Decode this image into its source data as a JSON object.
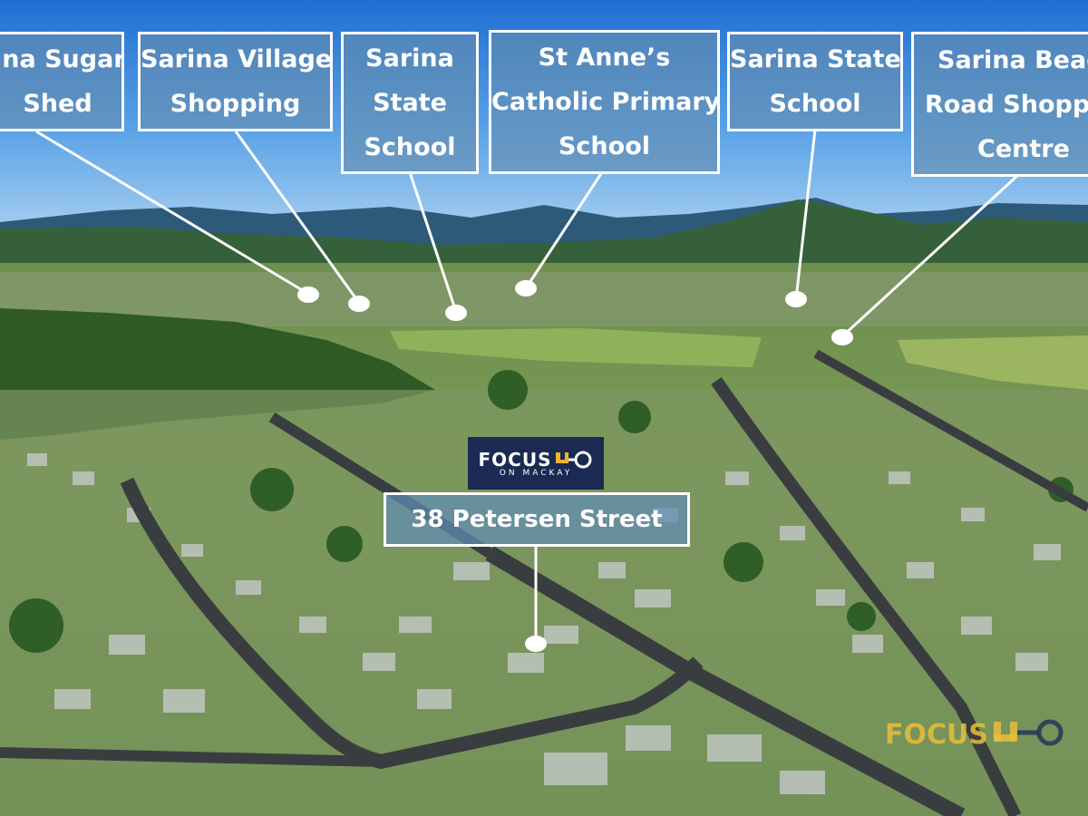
{
  "labels": [
    {
      "line1": "ina Sugar",
      "line2": "Shed",
      "line3": ""
    },
    {
      "line1": "Sarina Village",
      "line2": "Shopping",
      "line3": ""
    },
    {
      "line1": "Sarina",
      "line2": "State",
      "line3": "School"
    },
    {
      "line1": "St Anne’s",
      "line2": "Catholic Primary",
      "line3": "School"
    },
    {
      "line1": "Sarina State",
      "line2": "School",
      "line3": ""
    },
    {
      "line1": "Sarina Beach",
      "line2": "Road Shoppin",
      "line3": "Centre"
    }
  ],
  "property": {
    "address": "38 Petersen Street"
  },
  "logo": {
    "brand": "FOCUS",
    "tagline": "ON MACKAY"
  },
  "watermark": {
    "text": "FOCUS"
  },
  "colors": {
    "label_fill": "#648caf",
    "label_border": "#ffffff",
    "logo_bg": "#1a2a52",
    "watermark": "#e8be3c"
  }
}
